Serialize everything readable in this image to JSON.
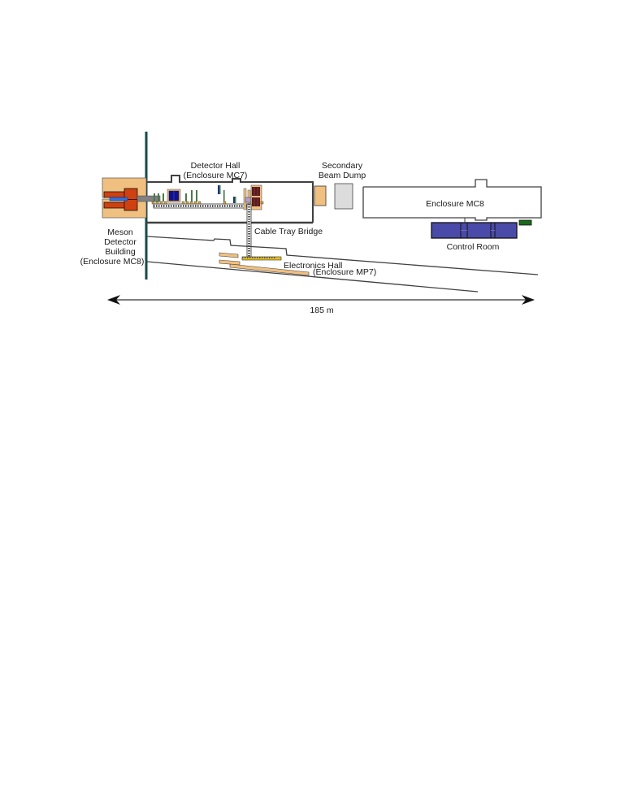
{
  "diagram": {
    "labels": {
      "detector_hall_line1": "Detector Hall",
      "detector_hall_line2": "(Enclosure MC7)",
      "secondary_dump_line1": "Secondary",
      "secondary_dump_line2": "Beam Dump",
      "enclosure_mc8": "Enclosure MC8",
      "control_room": "Control Room",
      "cable_tray_bridge": "Cable Tray Bridge",
      "meson_line1": "Meson",
      "meson_line2": "Detector",
      "meson_line3": "Building",
      "meson_line4": "(Enclosure MC8)",
      "electronics_hall_line1": "Electronics Hall",
      "electronics_hall_line2": "(Enclosure MP7)",
      "scale": "185 m"
    },
    "colors": {
      "tan": "#f0c080",
      "red": "#d04010",
      "blue_beam": "#3070e0",
      "navy": "#101090",
      "control_room": "#4a4aa8",
      "green": "#1a6a1a",
      "dark_teal": "#1a4a4a",
      "gray": "#404040",
      "dump_gray": "#dcdcdc"
    }
  }
}
